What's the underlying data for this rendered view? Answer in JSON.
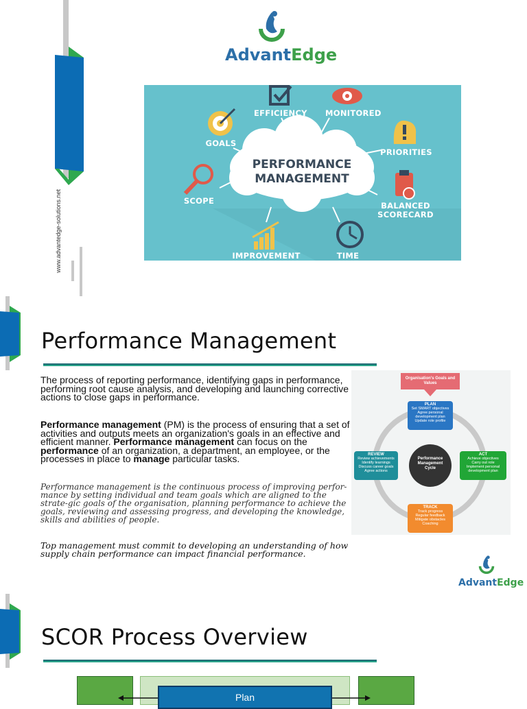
{
  "brand": {
    "name_part1": "Advant",
    "name_part2": "Edge",
    "website": "www.advantedge-solutions.net",
    "colors": {
      "blue": "#2c6fa8",
      "green": "#3da04a",
      "ribbon_blue": "#0c6cb4",
      "ribbon_green": "#2fa84f"
    }
  },
  "hero": {
    "center_text": "PERFORMANCE MANAGEMENT",
    "labels": [
      "EFFICIENCY",
      "MONITORED",
      "GOALS",
      "PRIORITIES",
      "SCOPE",
      "BALANCED SCORECARD",
      "IMPROVEMENT",
      "TIME"
    ],
    "icons": [
      "checkbox-icon",
      "eye-icon",
      "target-icon",
      "head-exclamation-icon",
      "magnifier-icon",
      "clipboard-icon",
      "growth-chart-icon",
      "clock-icon"
    ],
    "background": "#66c1cc"
  },
  "section1": {
    "title": "Performance Management",
    "para1": "The process of reporting performance, identifying gaps in performance, performing root cause analysis, and developing and launching corrective actions to close gaps in performance.",
    "para2": {
      "b1": "Performance management",
      "t1": " (PM) is the process of ensuring that a set of activities and outputs meets an organization's goals in an effective and efficient manner. ",
      "b2": "Performance management",
      "t2": " can focus on the ",
      "b3": "performance",
      "t3": " of an organization, a department, an employee, or the processes in place to ",
      "b4": "manage",
      "t4": " particular tasks."
    },
    "italic1": "Performance management is the continuous process of improving perfor-mance by setting individual and team goals which are aligned to the strate-gic goals of the organisation, planning performance to achieve the goals, reviewing and assessing progress, and developing the knowledge, skills and abilities of people.",
    "italic2": "Top management must commit to developing an understanding of how supply chain performance can impact financial performance.",
    "cycle": {
      "top": "Organisation's Goals and Values",
      "center": "Performance Management Cycle",
      "plan": {
        "title": "PLAN",
        "lines": [
          "Set SMART objectives",
          "Agree personal",
          "development plan",
          "Update role profile"
        ]
      },
      "act": {
        "title": "ACT",
        "lines": [
          "Achieve objectives",
          "Carry out role",
          "Implement personal",
          "development plan"
        ]
      },
      "track": {
        "title": "TRACK",
        "lines": [
          "Track progress",
          "Regular feedback",
          "Mitigate obstacles",
          "Coaching"
        ]
      },
      "review": {
        "title": "REVIEW",
        "lines": [
          "Review achievements",
          "Identify learnings",
          "Discuss career goals",
          "Agree actions"
        ]
      }
    }
  },
  "section2": {
    "title": "SCOR Process Overview",
    "plan_label": "Plan"
  }
}
